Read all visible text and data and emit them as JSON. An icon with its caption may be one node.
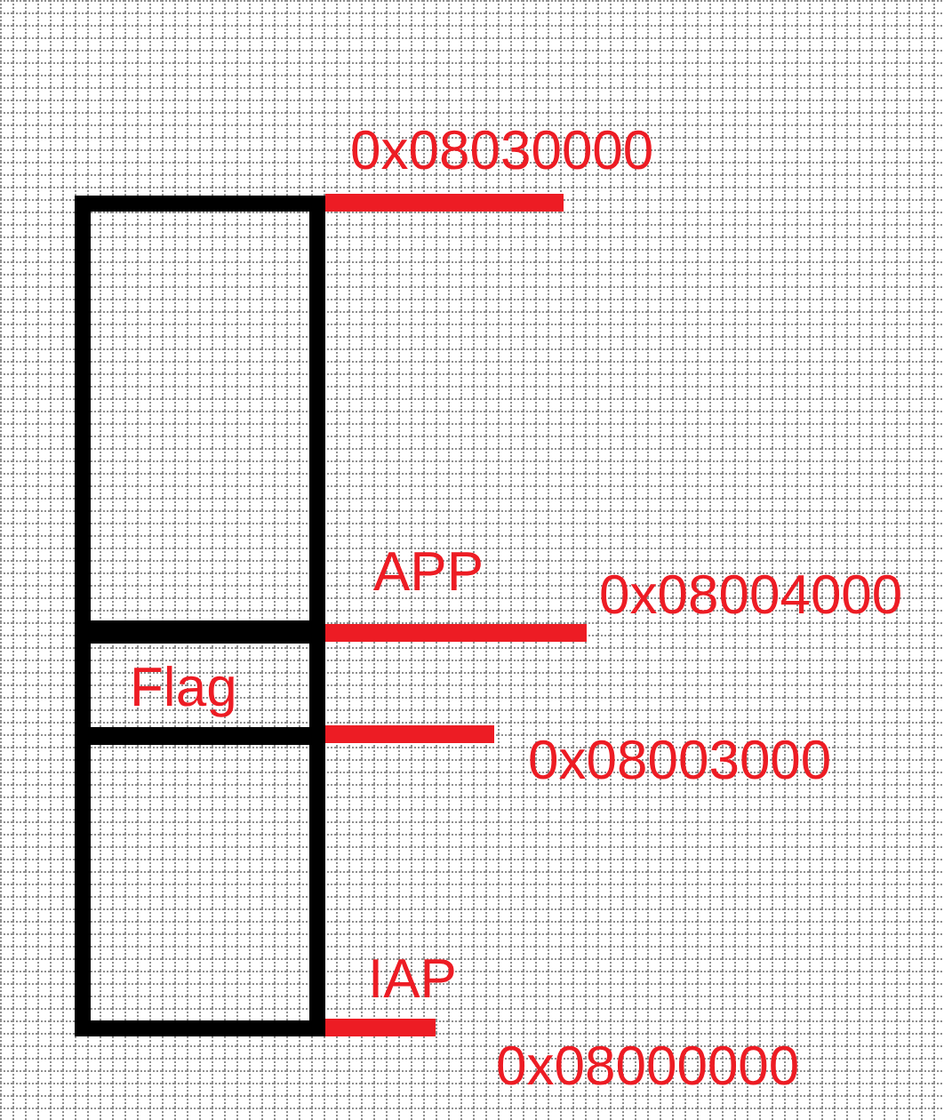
{
  "diagram": {
    "nodes": [
      {
        "text": [
          "APP"
        ]
      },
      {
        "text": [
          "Flag"
        ]
      },
      {
        "text": [
          "IAP"
        ]
      }
    ],
    "labels": [
      "0x08030000",
      "0x08004000",
      "0x08003000",
      "0x08000000"
    ]
  }
}
